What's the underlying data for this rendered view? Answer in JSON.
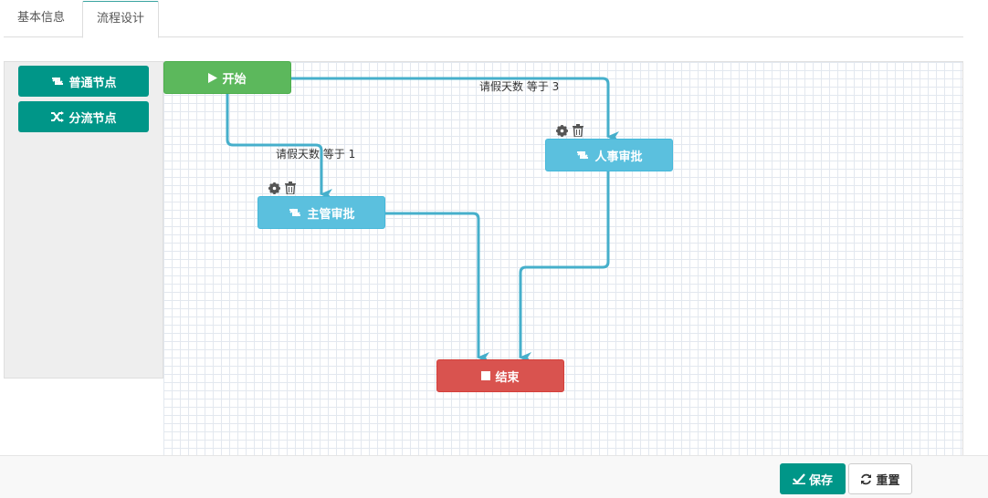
{
  "tabs": [
    {
      "label": "基本信息",
      "active": false
    },
    {
      "label": "流程设计",
      "active": true
    }
  ],
  "palette": {
    "normal_node": {
      "label": "普通节点",
      "icon": "retweet-icon"
    },
    "branch_node": {
      "label": "分流节点",
      "icon": "shuffle-icon"
    }
  },
  "nodes": {
    "start": {
      "label": "开始",
      "icon": "play-icon",
      "color": "#5cb85c"
    },
    "manager": {
      "label": "主管审批",
      "icon": "retweet-icon",
      "color": "#5bc0de"
    },
    "hr": {
      "label": "人事审批",
      "icon": "retweet-icon",
      "color": "#5bc0de"
    },
    "end": {
      "label": "结束",
      "icon": "stop-icon",
      "color": "#d9534f"
    }
  },
  "edges": {
    "start_to_manager": {
      "label": "请假天数 等于 1"
    },
    "start_to_hr": {
      "label": "请假天数 等于 3"
    }
  },
  "footer": {
    "save_label": "保存",
    "reset_label": "重置"
  },
  "colors": {
    "accent": "#009688",
    "edge": "#46afcb"
  }
}
